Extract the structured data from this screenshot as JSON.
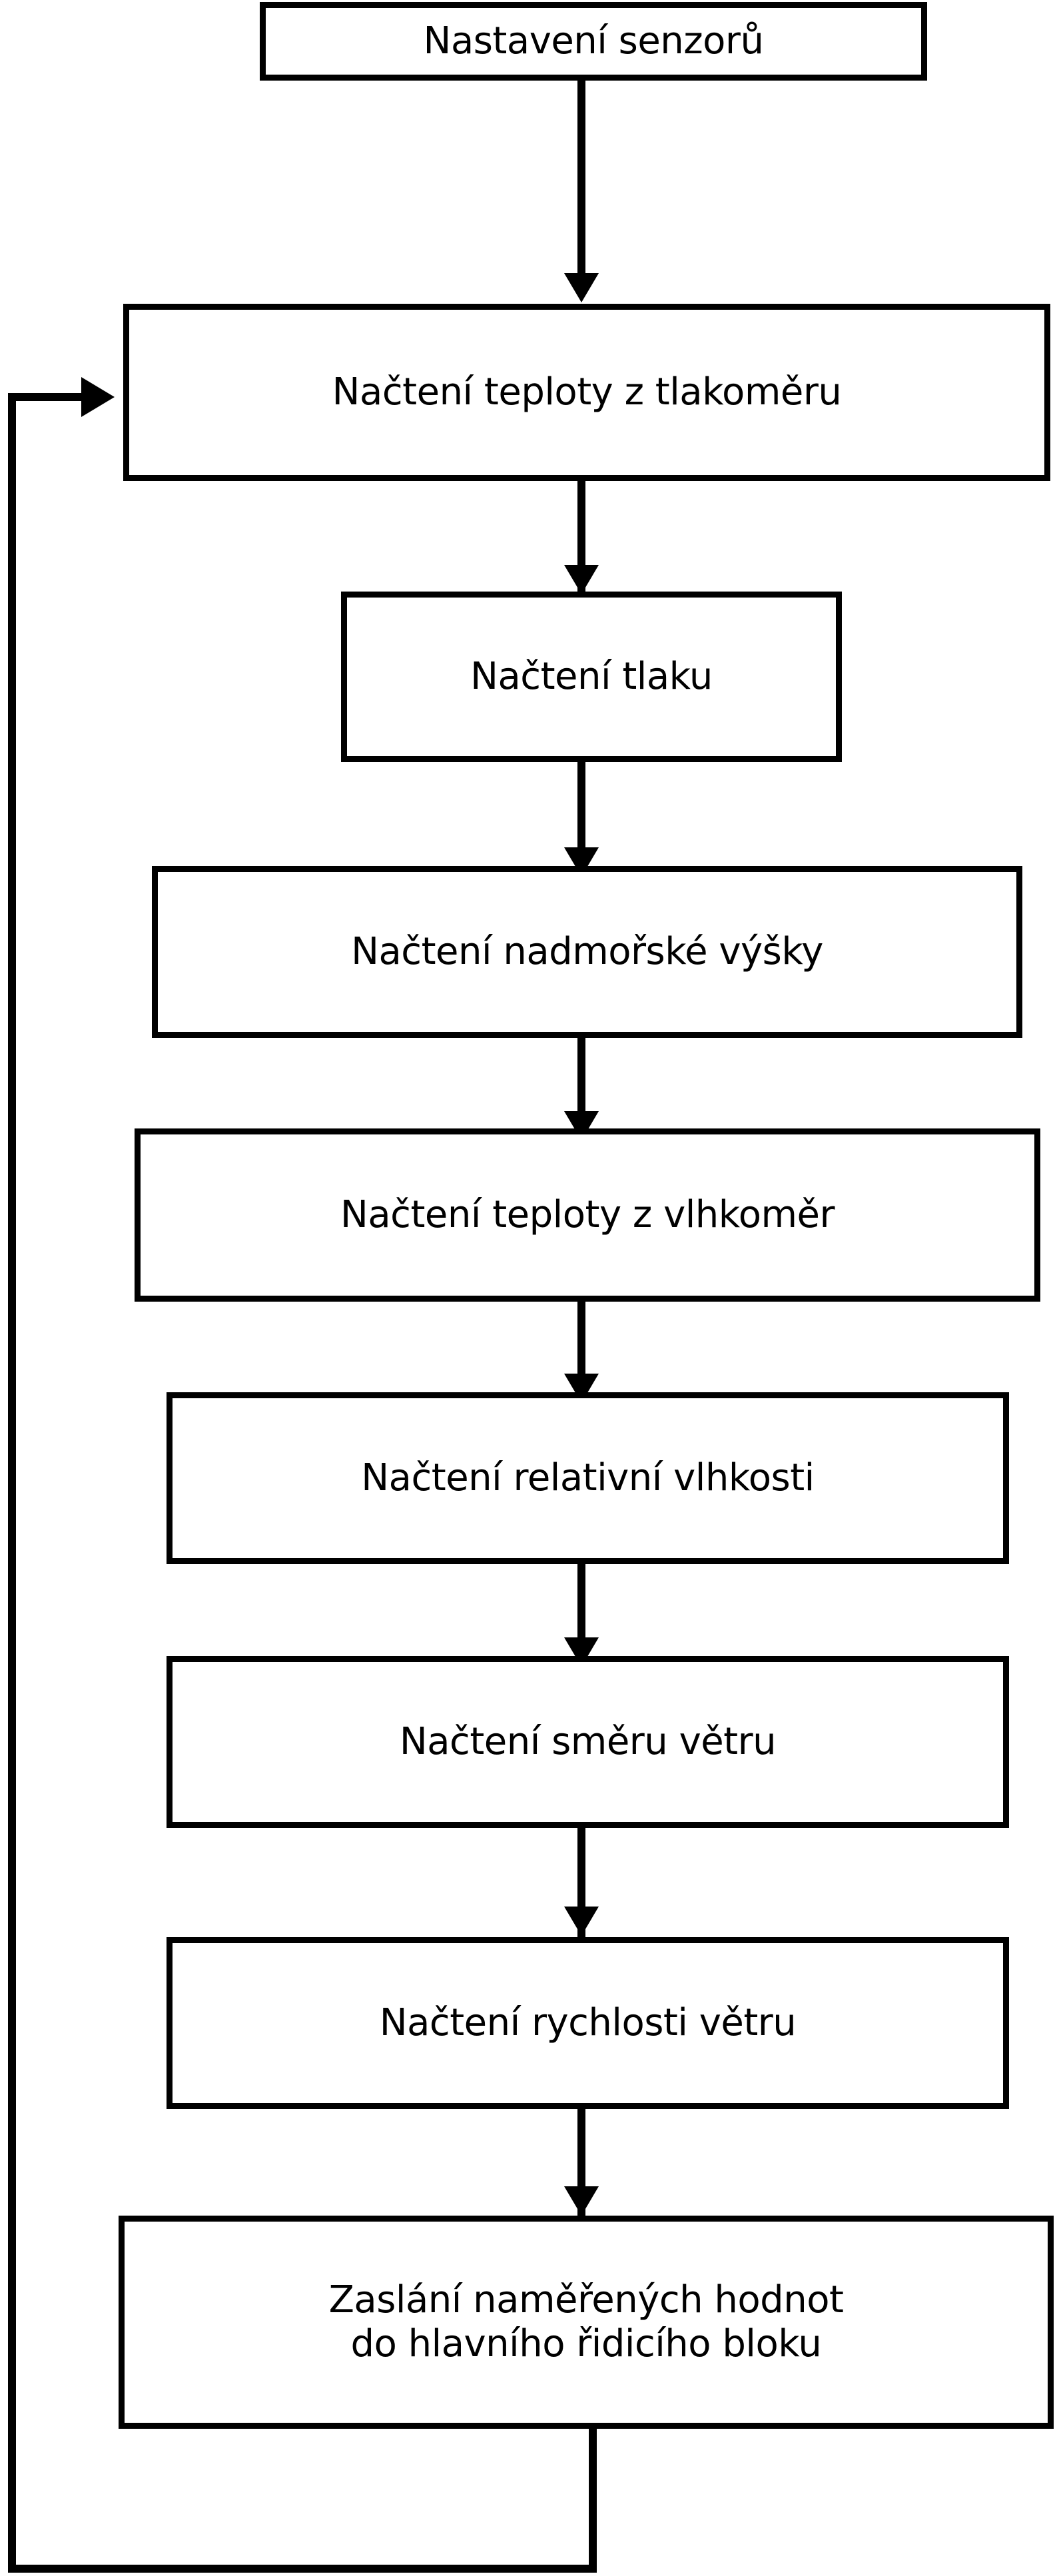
{
  "diagram": {
    "title": "Flowchart: sensor reading loop",
    "background_color": "#ffffff",
    "stroke_color": "#000000",
    "nodes": [
      {
        "id": "n1",
        "label": "Nastavení senzorů"
      },
      {
        "id": "n2",
        "label": "Načtení teploty z tlakoměru"
      },
      {
        "id": "n3",
        "label": "Načtení tlaku"
      },
      {
        "id": "n4",
        "label": "Načtení nadmořské výšky"
      },
      {
        "id": "n5",
        "label": "Načtení teploty z vlhkoměr"
      },
      {
        "id": "n6",
        "label": "Načtení relativní vlhkosti"
      },
      {
        "id": "n7",
        "label": "Načtení směru větru"
      },
      {
        "id": "n8",
        "label": "Načtení rychlosti větru"
      },
      {
        "id": "n9",
        "label": "Zaslání naměřených hodnot\ndo hlavního řidicího bloku"
      }
    ],
    "edges": [
      {
        "from": "n1",
        "to": "n2",
        "kind": "vertical-arrow"
      },
      {
        "from": "n2",
        "to": "n3",
        "kind": "vertical-arrow"
      },
      {
        "from": "n3",
        "to": "n4",
        "kind": "vertical-arrow"
      },
      {
        "from": "n4",
        "to": "n5",
        "kind": "vertical-arrow"
      },
      {
        "from": "n5",
        "to": "n6",
        "kind": "vertical-arrow"
      },
      {
        "from": "n6",
        "to": "n7",
        "kind": "vertical-arrow"
      },
      {
        "from": "n7",
        "to": "n8",
        "kind": "vertical-arrow"
      },
      {
        "from": "n8",
        "to": "n9",
        "kind": "vertical-arrow"
      },
      {
        "from": "n9",
        "to": "n2",
        "kind": "feedback-loop-left"
      }
    ]
  }
}
